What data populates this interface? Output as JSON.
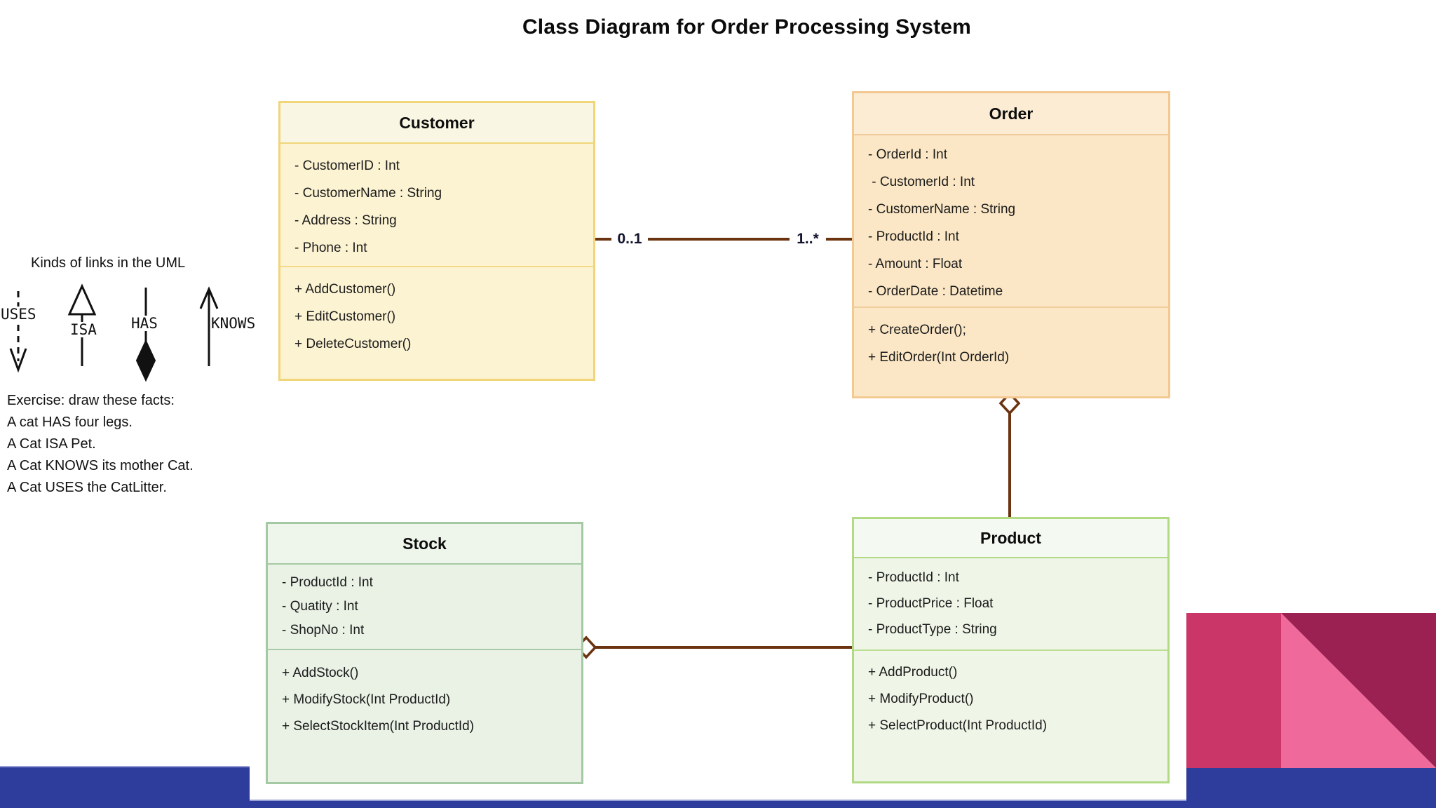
{
  "title": "Class Diagram for Order Processing System",
  "uml_note": {
    "heading": "Kinds of links in the UML",
    "links": [
      {
        "label": "USES",
        "icon": "uses-dashed-arrow-icon"
      },
      {
        "label": "ISA",
        "icon": "isa-triangle-arrow-icon"
      },
      {
        "label": "HAS",
        "icon": "has-diamond-arrow-icon"
      },
      {
        "label": "KNOWS",
        "icon": "knows-arrow-icon"
      }
    ],
    "exercise": {
      "intro": "Exercise: draw these facts:",
      "facts": [
        "A cat HAS four legs.",
        "A Cat ISA Pet.",
        "A Cat KNOWS its mother Cat.",
        "A Cat USES the CatLitter."
      ]
    }
  },
  "classes": [
    {
      "name": "Customer",
      "attributes": [
        "- CustomerID : Int",
        "- CustomerName : String",
        "- Address : String",
        "- Phone : Int"
      ],
      "methods": [
        "+ AddCustomer()",
        "+ EditCustomer()",
        "+ DeleteCustomer()"
      ]
    },
    {
      "name": "Order",
      "attributes": [
        "- OrderId : Int",
        " - CustomerId : Int",
        "- CustomerName : String",
        "- ProductId : Int",
        "- Amount : Float",
        "- OrderDate : Datetime"
      ],
      "methods": [
        "+ CreateOrder();",
        "+ EditOrder(Int OrderId)"
      ]
    },
    {
      "name": "Stock",
      "attributes": [
        "- ProductId : Int",
        "- Quatity : Int",
        "- ShopNo : Int"
      ],
      "methods": [
        "+ AddStock()",
        "+ ModifyStock(Int ProductId)",
        "+ SelectStockItem(Int ProductId)"
      ]
    },
    {
      "name": "Product",
      "attributes": [
        "- ProductId : Int",
        "- ProductPrice : Float",
        "- ProductType : String"
      ],
      "methods": [
        "+ AddProduct()",
        "+ ModifyProduct()",
        "+ SelectProduct(Int ProductId)"
      ]
    }
  ],
  "relationships": {
    "customer_order": {
      "type": "association",
      "from": "Customer",
      "to": "Order",
      "from_multiplicity": "0..1",
      "to_multiplicity": "1..*"
    },
    "order_product": {
      "type": "aggregation",
      "from": "Order",
      "to": "Product",
      "diamond_at": "Order"
    },
    "stock_product": {
      "type": "aggregation",
      "from": "Stock",
      "to": "Product",
      "diamond_at": "Stock"
    }
  },
  "colors": {
    "text-dark": "#1c1c1c",
    "line-brown": "#6b3310",
    "customer-border": "#f0d579",
    "customer-bg": "#fcf3d2",
    "customer-header-bg": "#faf6e4",
    "order-border": "#f3c992",
    "order-bg": "#fbe7c5",
    "order-header-bg": "#fcecd4",
    "stock-border": "#a5c9a5",
    "stock-bg": "#e9f2e5",
    "stock-header-bg": "#eef5eb",
    "product-border": "#b2da85",
    "product-bg": "#eff6e8",
    "product-header-bg": "#f4f9f1",
    "bar-blue": "#2e3c9b",
    "bar-blue-edge": "#97a0d6",
    "pink-dark": "#c93667",
    "pink-light": "#f0699b",
    "pink-maroon": "#9b2153"
  }
}
